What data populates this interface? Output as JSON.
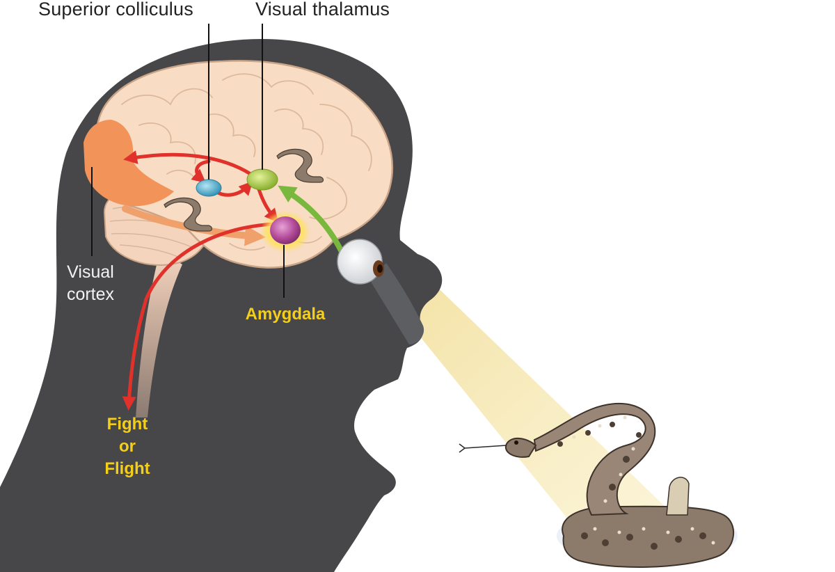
{
  "labels": {
    "superior_colliculus": "Superior colliculus",
    "visual_thalamus": "Visual thalamus",
    "visual_cortex_line1": "Visual",
    "visual_cortex_line2": "cortex",
    "amygdala": "Amygdala",
    "fight_line1": "Fight",
    "fight_line2": "or",
    "fight_line3": "Flight"
  },
  "colors": {
    "head": "#47474a",
    "brain": "#f8dcc4",
    "brain_outline": "#c9a487",
    "visual_cortex": "#f2945a",
    "pathway_red": "#e0312b",
    "pathway_green": "#79b83c",
    "superior_colliculus": "#4aa8c8",
    "visual_thalamus": "#a7c93e",
    "amygdala": "#a8418e",
    "highlight_yellow": "#f4cf1a",
    "light_beam": "#f6e6a4",
    "snake": "#8c7a6b"
  }
}
